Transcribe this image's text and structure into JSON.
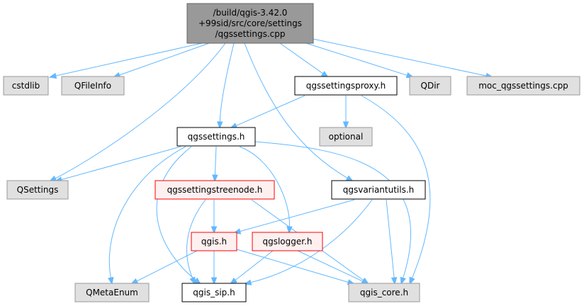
{
  "graph": {
    "colors": {
      "edge": "#63b8ff",
      "root_fill": "#999999",
      "root_stroke": "#666666",
      "header_fill": "#ffffff",
      "header_stroke": "#000000",
      "system_fill": "#e0e0e0",
      "system_stroke": "#999999",
      "incomplete_fill": "#fff0f0",
      "incomplete_stroke": "#ff0000"
    },
    "nodes": [
      {
        "id": "root",
        "kind": "root",
        "lines": [
          "/build/qgis-3.42.0",
          "+99sid/src/core/settings",
          "/qgssettings.cpp"
        ]
      },
      {
        "id": "cstdlib",
        "kind": "system",
        "lines": [
          "cstdlib"
        ]
      },
      {
        "id": "qfileinfo",
        "kind": "system",
        "lines": [
          "QFileInfo"
        ]
      },
      {
        "id": "qgssettingsproxy",
        "kind": "header",
        "lines": [
          "qgssettingsproxy.h"
        ]
      },
      {
        "id": "qdir",
        "kind": "system",
        "lines": [
          "QDir"
        ]
      },
      {
        "id": "moc",
        "kind": "system",
        "lines": [
          "moc_qgssettings.cpp"
        ]
      },
      {
        "id": "qgssettings",
        "kind": "header",
        "lines": [
          "qgssettings.h"
        ]
      },
      {
        "id": "optional",
        "kind": "system",
        "lines": [
          "optional"
        ]
      },
      {
        "id": "qsettings",
        "kind": "system",
        "lines": [
          "QSettings"
        ]
      },
      {
        "id": "qgssettingstreenode",
        "kind": "incomplete",
        "lines": [
          "qgssettingstreenode.h"
        ]
      },
      {
        "id": "qgsvariantutils",
        "kind": "header",
        "lines": [
          "qgsvariantutils.h"
        ]
      },
      {
        "id": "qgis",
        "kind": "incomplete",
        "lines": [
          "qgis.h"
        ]
      },
      {
        "id": "qgslogger",
        "kind": "incomplete",
        "lines": [
          "qgslogger.h"
        ]
      },
      {
        "id": "qmetaenum",
        "kind": "system",
        "lines": [
          "QMetaEnum"
        ]
      },
      {
        "id": "qgis_sip",
        "kind": "header",
        "lines": [
          "qgis_sip.h"
        ]
      },
      {
        "id": "qgis_core",
        "kind": "system",
        "lines": [
          "qgis_core.h"
        ]
      }
    ],
    "edges": [
      {
        "from": "root",
        "to": "cstdlib"
      },
      {
        "from": "root",
        "to": "qfileinfo"
      },
      {
        "from": "root",
        "to": "qgssettingsproxy"
      },
      {
        "from": "root",
        "to": "qdir"
      },
      {
        "from": "root",
        "to": "moc"
      },
      {
        "from": "root",
        "to": "qgssettings"
      },
      {
        "from": "root",
        "to": "qsettings"
      },
      {
        "from": "root",
        "to": "qgsvariantutils"
      },
      {
        "from": "qgssettingsproxy",
        "to": "qgssettings"
      },
      {
        "from": "qgssettingsproxy",
        "to": "optional"
      },
      {
        "from": "qgssettingsproxy",
        "to": "qgis_core"
      },
      {
        "from": "qgssettings",
        "to": "qsettings"
      },
      {
        "from": "qgssettings",
        "to": "qgssettingstreenode"
      },
      {
        "from": "qgssettings",
        "to": "qgslogger"
      },
      {
        "from": "qgssettings",
        "to": "qmetaenum"
      },
      {
        "from": "qgssettings",
        "to": "qgis_sip"
      },
      {
        "from": "qgssettings",
        "to": "qgis_core"
      },
      {
        "from": "qgssettingstreenode",
        "to": "qgis"
      },
      {
        "from": "qgssettingstreenode",
        "to": "qgis_sip"
      },
      {
        "from": "qgssettingstreenode",
        "to": "qgis_core"
      },
      {
        "from": "qgsvariantutils",
        "to": "qgis"
      },
      {
        "from": "qgsvariantutils",
        "to": "qgis_sip"
      },
      {
        "from": "qgsvariantutils",
        "to": "qgis_core"
      },
      {
        "from": "qgis",
        "to": "qmetaenum"
      },
      {
        "from": "qgis",
        "to": "qgis_sip"
      },
      {
        "from": "qgis",
        "to": "qgis_core"
      },
      {
        "from": "qgslogger",
        "to": "qgis_sip"
      },
      {
        "from": "qgslogger",
        "to": "qgis_core"
      }
    ]
  }
}
